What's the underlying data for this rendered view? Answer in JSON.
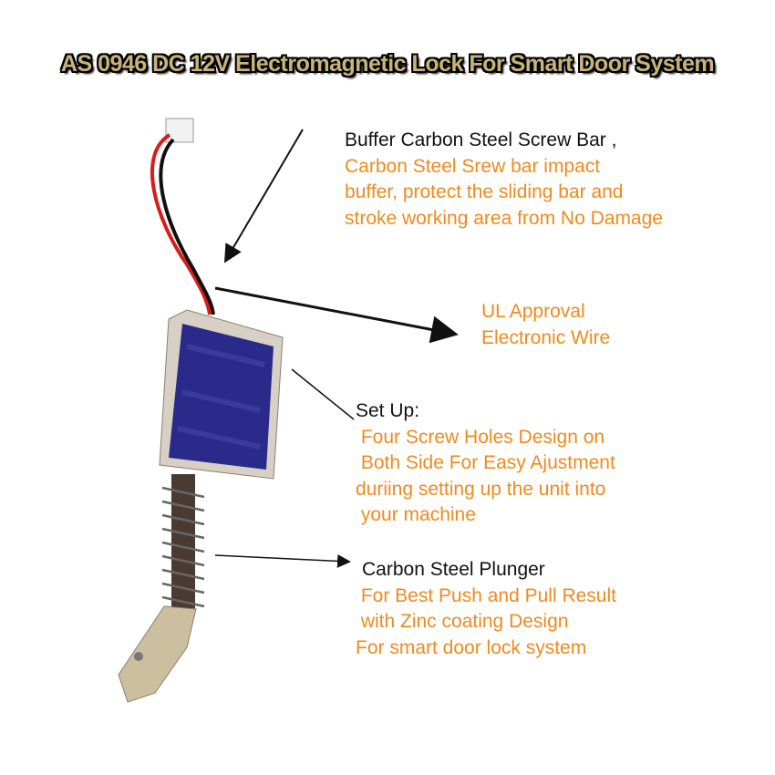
{
  "title": "AS 0946 DC 12V Electromagnetic Lock For Smart Door System",
  "callouts": {
    "buffer": {
      "heading": "Buffer Carbon Steel Screw Bar ,",
      "lines": [
        "Carbon Steel Srew bar impact",
        "buffer, protect the sliding bar and",
        "stroke working area from No Damage"
      ]
    },
    "wire": {
      "lines": [
        "UL Approval",
        "Electronic Wire"
      ]
    },
    "setup": {
      "heading": "Set Up:",
      "lines": [
        " Four Screw Holes Design on",
        " Both Side For Easy Ajustment",
        "duriing setting up the unit into",
        " your machine"
      ]
    },
    "plunger": {
      "heading": "Carbon Steel Plunger",
      "lines": [
        " For Best Push and Pull Result",
        " with Zinc coating Design",
        "For smart door lock system"
      ]
    }
  },
  "colors": {
    "accent": "#f08a1e",
    "title": "#c8b47a",
    "coil": "#2a2a8a"
  }
}
